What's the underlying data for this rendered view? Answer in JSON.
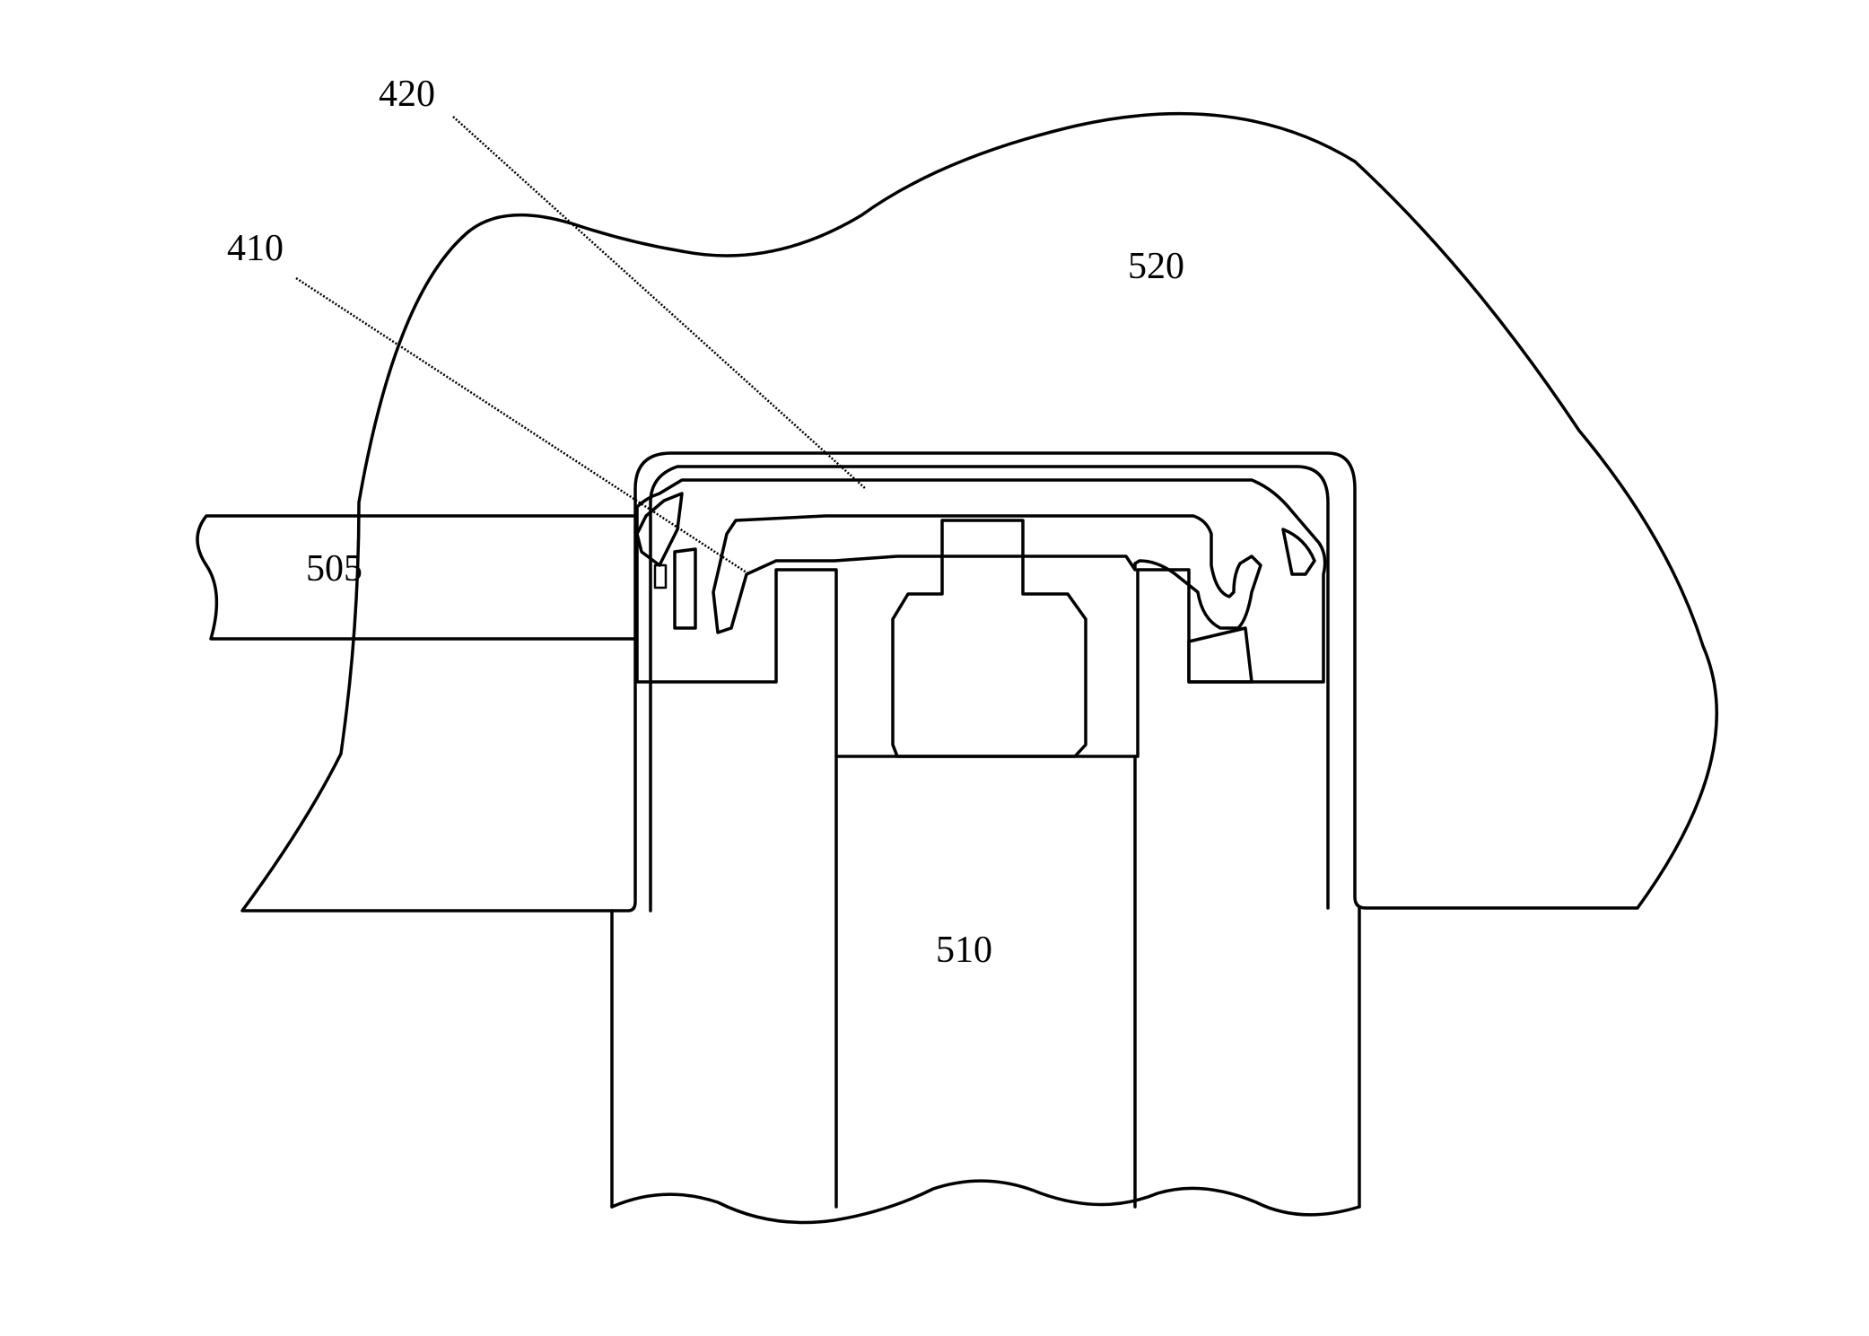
{
  "labels": {
    "l420": "420",
    "l410": "410",
    "l520": "520",
    "l505": "505",
    "l510": "510"
  }
}
